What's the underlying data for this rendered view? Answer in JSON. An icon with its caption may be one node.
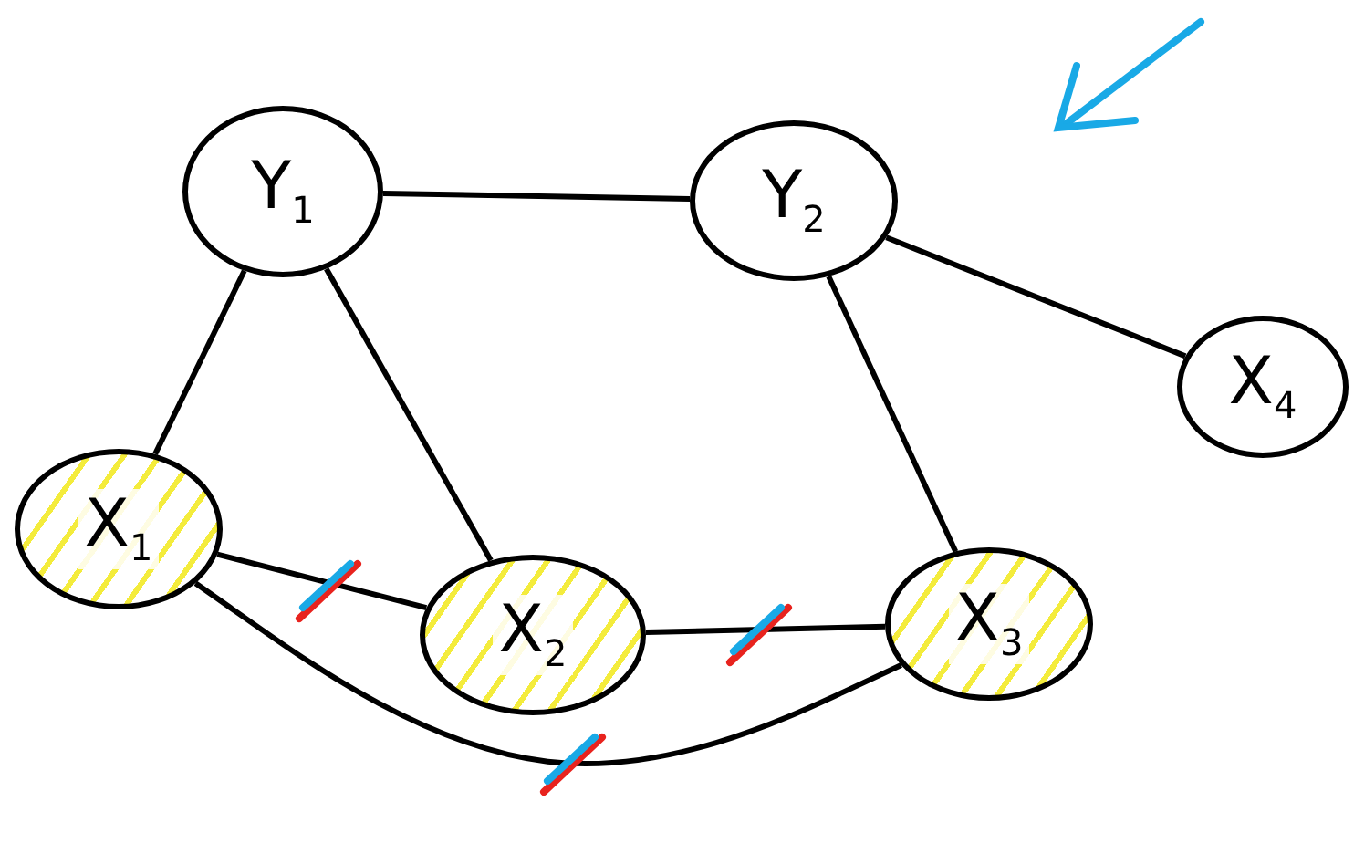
{
  "diagram": {
    "nodes": [
      {
        "text": [
          "Y$_{1}$"
        ]
      },
      {
        "text": [
          "Y$_{2}$"
        ]
      },
      {
        "text": [
          "X$_{4}$"
        ]
      },
      {
        "text": [
          "X$_{1}$"
        ]
      },
      {
        "text": [
          "X$_{2}$"
        ]
      },
      {
        "text": [
          "X$_{3}$"
        ]
      }
    ],
    "edges": [
      {
        "from": 0,
        "to": 1,
        "arrow": "none"
      },
      {
        "from": 1,
        "to": 2,
        "arrow": "none"
      },
      {
        "from": 1,
        "to": 5,
        "arrow": "none"
      },
      {
        "from": 0,
        "to": 3,
        "arrow": "none"
      },
      {
        "from": 0,
        "to": 4,
        "arrow": "none"
      },
      {
        "from": 3,
        "to": 4,
        "arrow": "none"
      },
      {
        "from": 4,
        "to": 5,
        "arrow": "none"
      },
      {
        "from": 3,
        "to": 5,
        "arrow": "none"
      }
    ]
  }
}
